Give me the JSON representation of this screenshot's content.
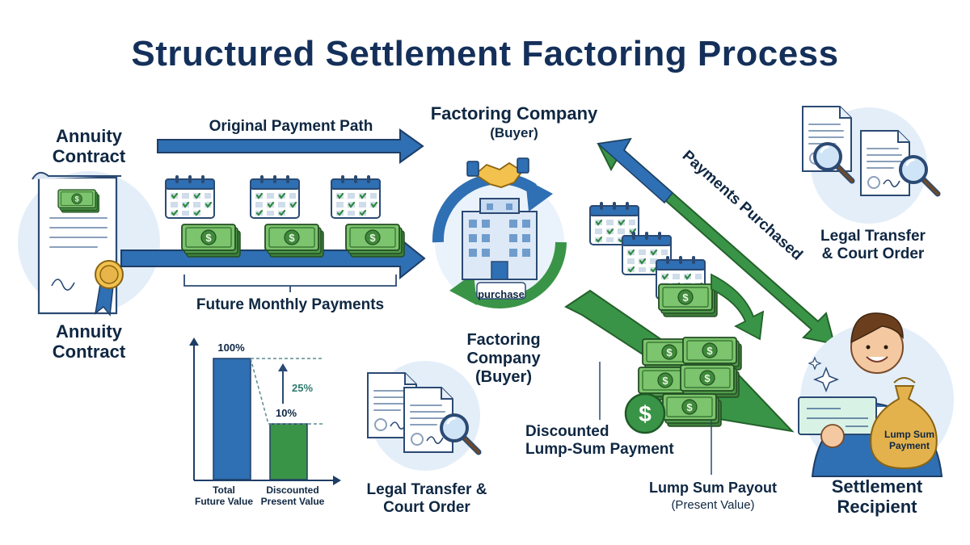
{
  "title": "Structured Settlement Factoring Process",
  "annuity": {
    "top_label_1": "Annuity",
    "top_label_2": "Contract",
    "bottom_label_1": "Annuity",
    "bottom_label_2": "Contract"
  },
  "original_path": "Original Payment Path",
  "future_payments": "Future Monthly Payments",
  "factoring_top": {
    "line1": "Factoring Company",
    "line2": "(Buyer)"
  },
  "factoring_bottom": {
    "line1": "Factoring",
    "line2": "Company",
    "line3": "(Buyer)"
  },
  "purchase_tag": "purchase",
  "payments_purchased": "Payments Purchased",
  "legal_top": {
    "line1": "Legal Transfer",
    "line2": "& Court Order"
  },
  "legal_bottom": {
    "line1": "Legal Transfer &",
    "line2": "Court Order"
  },
  "discounted_lump": {
    "line1": "Discounted",
    "line2": "Lump-Sum Payment"
  },
  "lump_payout": {
    "line1": "Lump Sum Payout",
    "line2": "(Present Value)"
  },
  "recipient": {
    "line1": "Settlement",
    "line2": "Recipient"
  },
  "bag_text": {
    "line1": "Lump Sum",
    "line2": "Payment"
  },
  "chart_data": {
    "type": "bar",
    "categories": [
      "Total Future Value",
      "Discounted Present Value"
    ],
    "category_lines": [
      [
        "Total",
        "Future Value"
      ],
      [
        "Discounted",
        "Present Value"
      ]
    ],
    "values": [
      100,
      10
    ],
    "value_labels": [
      "100%",
      "10%"
    ],
    "difference_label": "25%",
    "colors": [
      "#2f6fb3",
      "#3a9447"
    ],
    "ylim": [
      0,
      120
    ]
  },
  "colors": {
    "navy": "#14305a",
    "blue": "#2f6fb3",
    "green": "#3a9447",
    "money": "#4f9a4c",
    "gold": "#e8b54a"
  }
}
